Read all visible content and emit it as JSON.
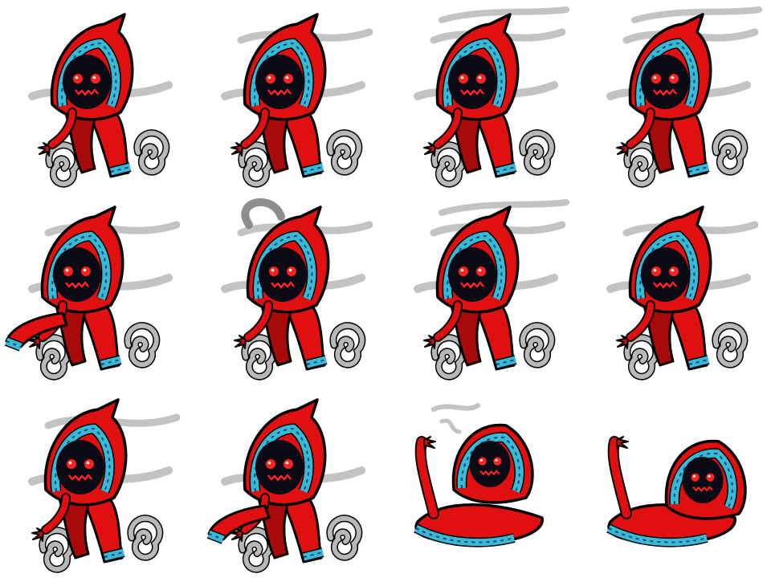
{
  "sprite_sheet": {
    "subject": "red-hooded-ghost",
    "columns": 4,
    "rows": 3,
    "palette": {
      "background": "#ffffff",
      "robe": "#e01010",
      "robe_shadow": "#a80a0a",
      "trim": "#3ab8d8",
      "trim_pattern": "#0d4a66",
      "face_void": "#0a0a14",
      "eyes": "#ff2222",
      "smoke": "#b8b8b8",
      "smoke_dark": "#7a7a7a",
      "outline": "#000000"
    },
    "frames": [
      {
        "pose": "idle",
        "facing": "front",
        "smoke": "low"
      },
      {
        "pose": "idle",
        "facing": "front",
        "smoke": "medium"
      },
      {
        "pose": "idle",
        "facing": "front",
        "smoke": "high"
      },
      {
        "pose": "idle",
        "facing": "front",
        "smoke": "high"
      },
      {
        "pose": "attack",
        "facing": "left",
        "smoke": "medium"
      },
      {
        "pose": "cast",
        "facing": "front",
        "smoke": "swirl"
      },
      {
        "pose": "idle",
        "facing": "front",
        "smoke": "high"
      },
      {
        "pose": "idle",
        "facing": "front",
        "smoke": "medium"
      },
      {
        "pose": "hurt",
        "facing": "front",
        "smoke": "medium"
      },
      {
        "pose": "reach",
        "facing": "left",
        "smoke": "low"
      },
      {
        "pose": "collapse",
        "facing": "right",
        "smoke": "wisp"
      },
      {
        "pose": "defeated",
        "facing": "right",
        "smoke": "none"
      }
    ]
  }
}
